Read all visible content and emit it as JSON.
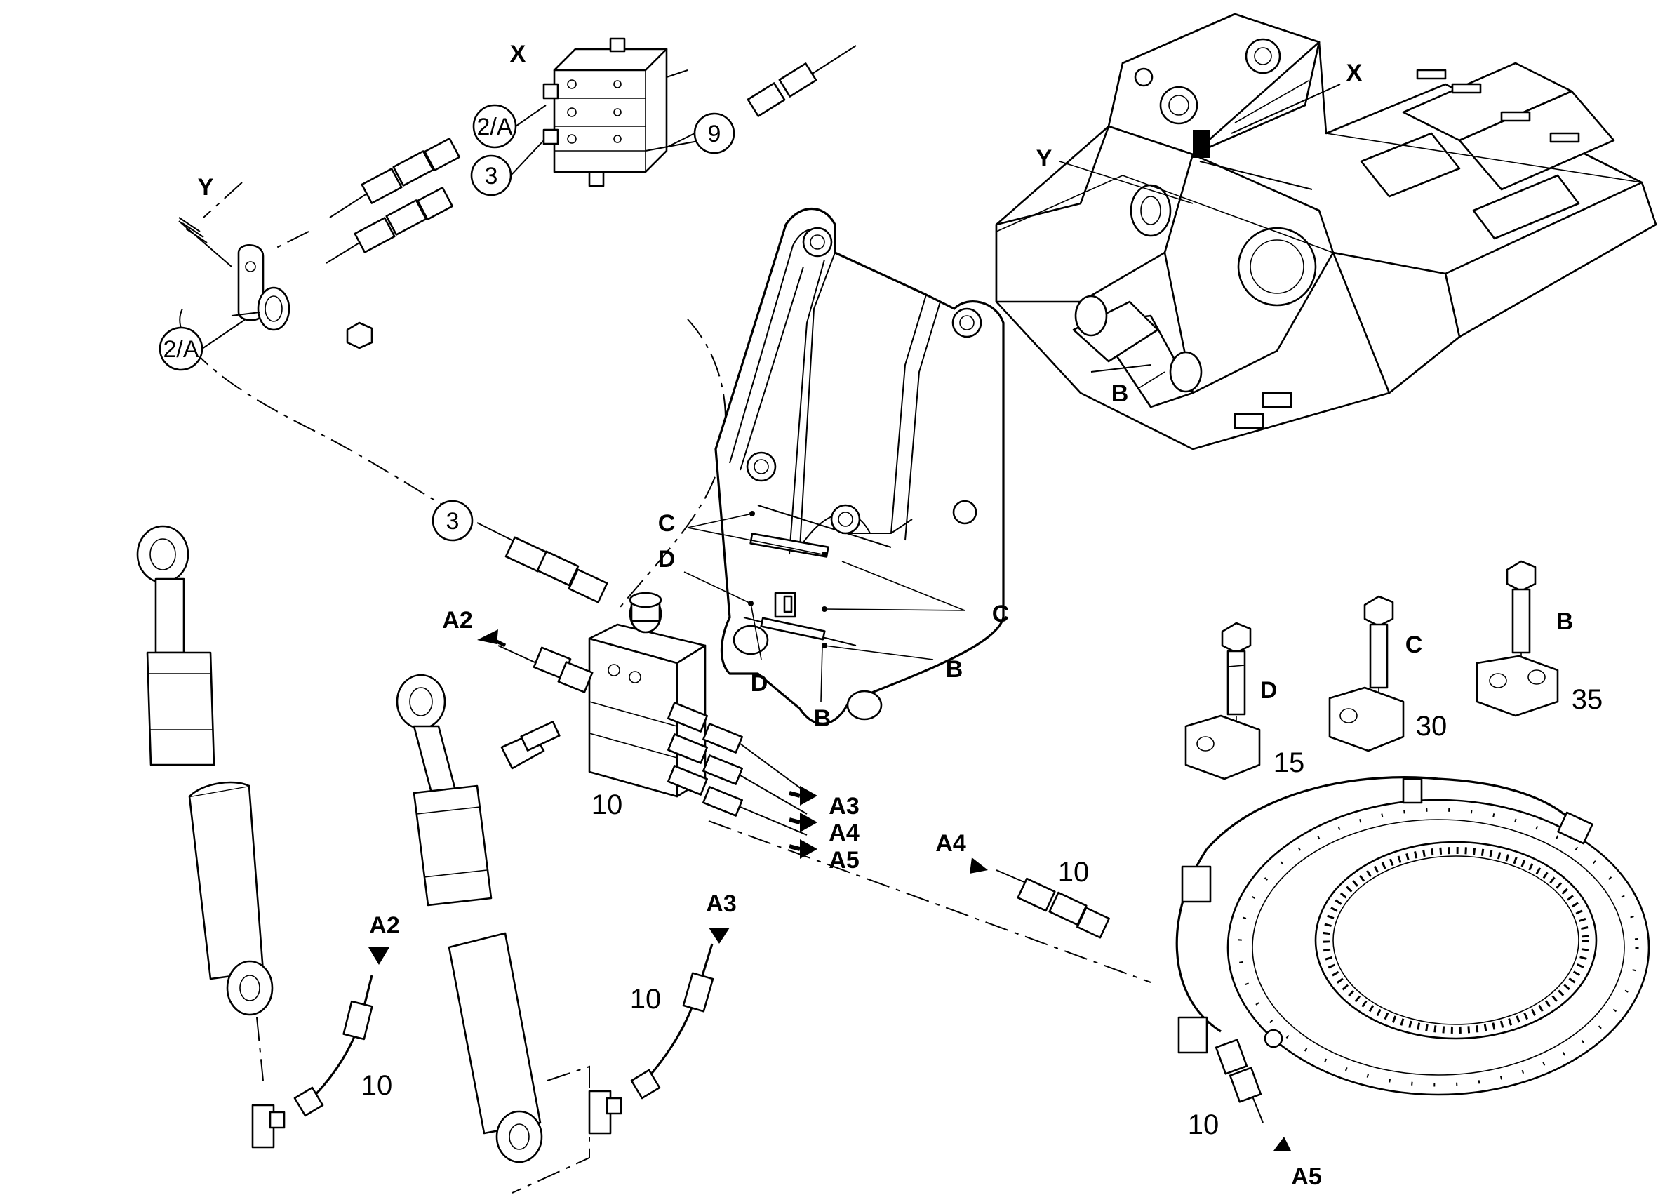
{
  "labels": {
    "x_top": "X",
    "x_right": "X",
    "y_left": "Y",
    "y_right": "Y",
    "b_right_top": "B",
    "c_upper": "C",
    "d_left": "D",
    "c_right": "C",
    "b_mid": "B",
    "d_bottom": "D",
    "b_bottom": "B",
    "d_part": "D",
    "c_part": "C",
    "b_part": "B",
    "a2_left": "A2",
    "a3": "A3",
    "a4": "A4",
    "a5": "A5",
    "a2_lower": "A2",
    "a3_lower": "A3",
    "a4_ring": "A4",
    "a5_ring": "A5"
  },
  "callouts": {
    "c_2a_top": "2/A",
    "c_3_top": "3",
    "c_9": "9",
    "c_2a_left": "2/A",
    "c_3_mid": "3"
  },
  "numbers": {
    "n_block": "10",
    "n_15": "15",
    "n_30": "30",
    "n_35": "35",
    "n_hose_a2": "10",
    "n_hose_a3": "10",
    "n_hose_a4": "10",
    "n_hose_a5": "10"
  }
}
